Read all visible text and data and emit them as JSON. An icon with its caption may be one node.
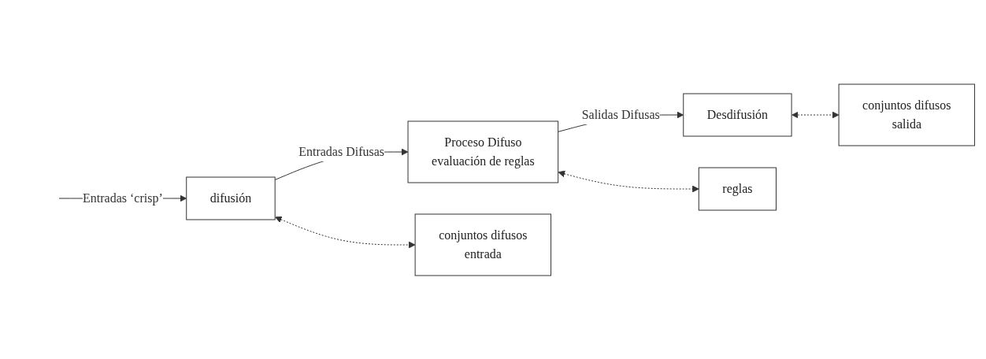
{
  "diagram": {
    "nodes": [
      {
        "text": [
          "difusión"
        ]
      },
      {
        "text": [
          "Proceso Difuso",
          "evaluación de reglas"
        ]
      },
      {
        "text": [
          "Desdifusión"
        ]
      },
      {
        "text": [
          "conjuntos difusos",
          "entrada"
        ]
      },
      {
        "text": [
          "reglas"
        ]
      },
      {
        "text": [
          "conjuntos difusos",
          "salida"
        ]
      }
    ],
    "edges": [
      {
        "from": null,
        "to": 0,
        "arrow": "to",
        "label": "Entradas ‘crisp’"
      },
      {
        "from": 0,
        "to": 1,
        "arrow": "to",
        "label": "Entradas Difusas"
      },
      {
        "from": 1,
        "to": 2,
        "arrow": "to",
        "label": "Salidas Difusas"
      },
      {
        "from": 0,
        "to": 3,
        "arrow": "both",
        "style": "dashed"
      },
      {
        "from": 1,
        "to": 4,
        "arrow": "both",
        "style": "dashed"
      },
      {
        "from": 2,
        "to": 5,
        "arrow": "both",
        "style": "dashed"
      }
    ]
  }
}
